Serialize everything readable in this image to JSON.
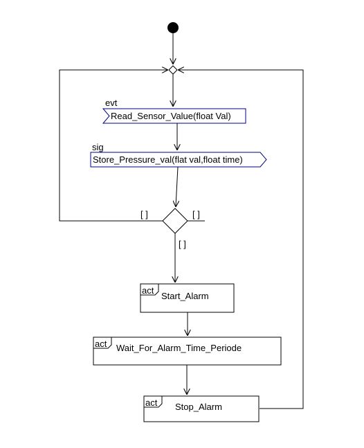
{
  "nodes": {
    "evt": {
      "tag": "evt",
      "label": "Read_Sensor_Value(float Val)"
    },
    "sig": {
      "tag": "sig",
      "label": "Store_Pressure_val(flat val,float time)"
    },
    "start_alarm": {
      "tag": "act",
      "label": "Start_Alarm"
    },
    "wait": {
      "tag": "act",
      "label": "Wait_For_Alarm_Time_Periode"
    },
    "stop_alarm": {
      "tag": "act",
      "label": "Stop_Alarm"
    }
  },
  "guards": {
    "left": "[ ]",
    "right": "[ ]",
    "down": "[ ]"
  },
  "colors": {
    "line": "#000000",
    "node_fill": "#ffffff",
    "accent": "#000080"
  }
}
